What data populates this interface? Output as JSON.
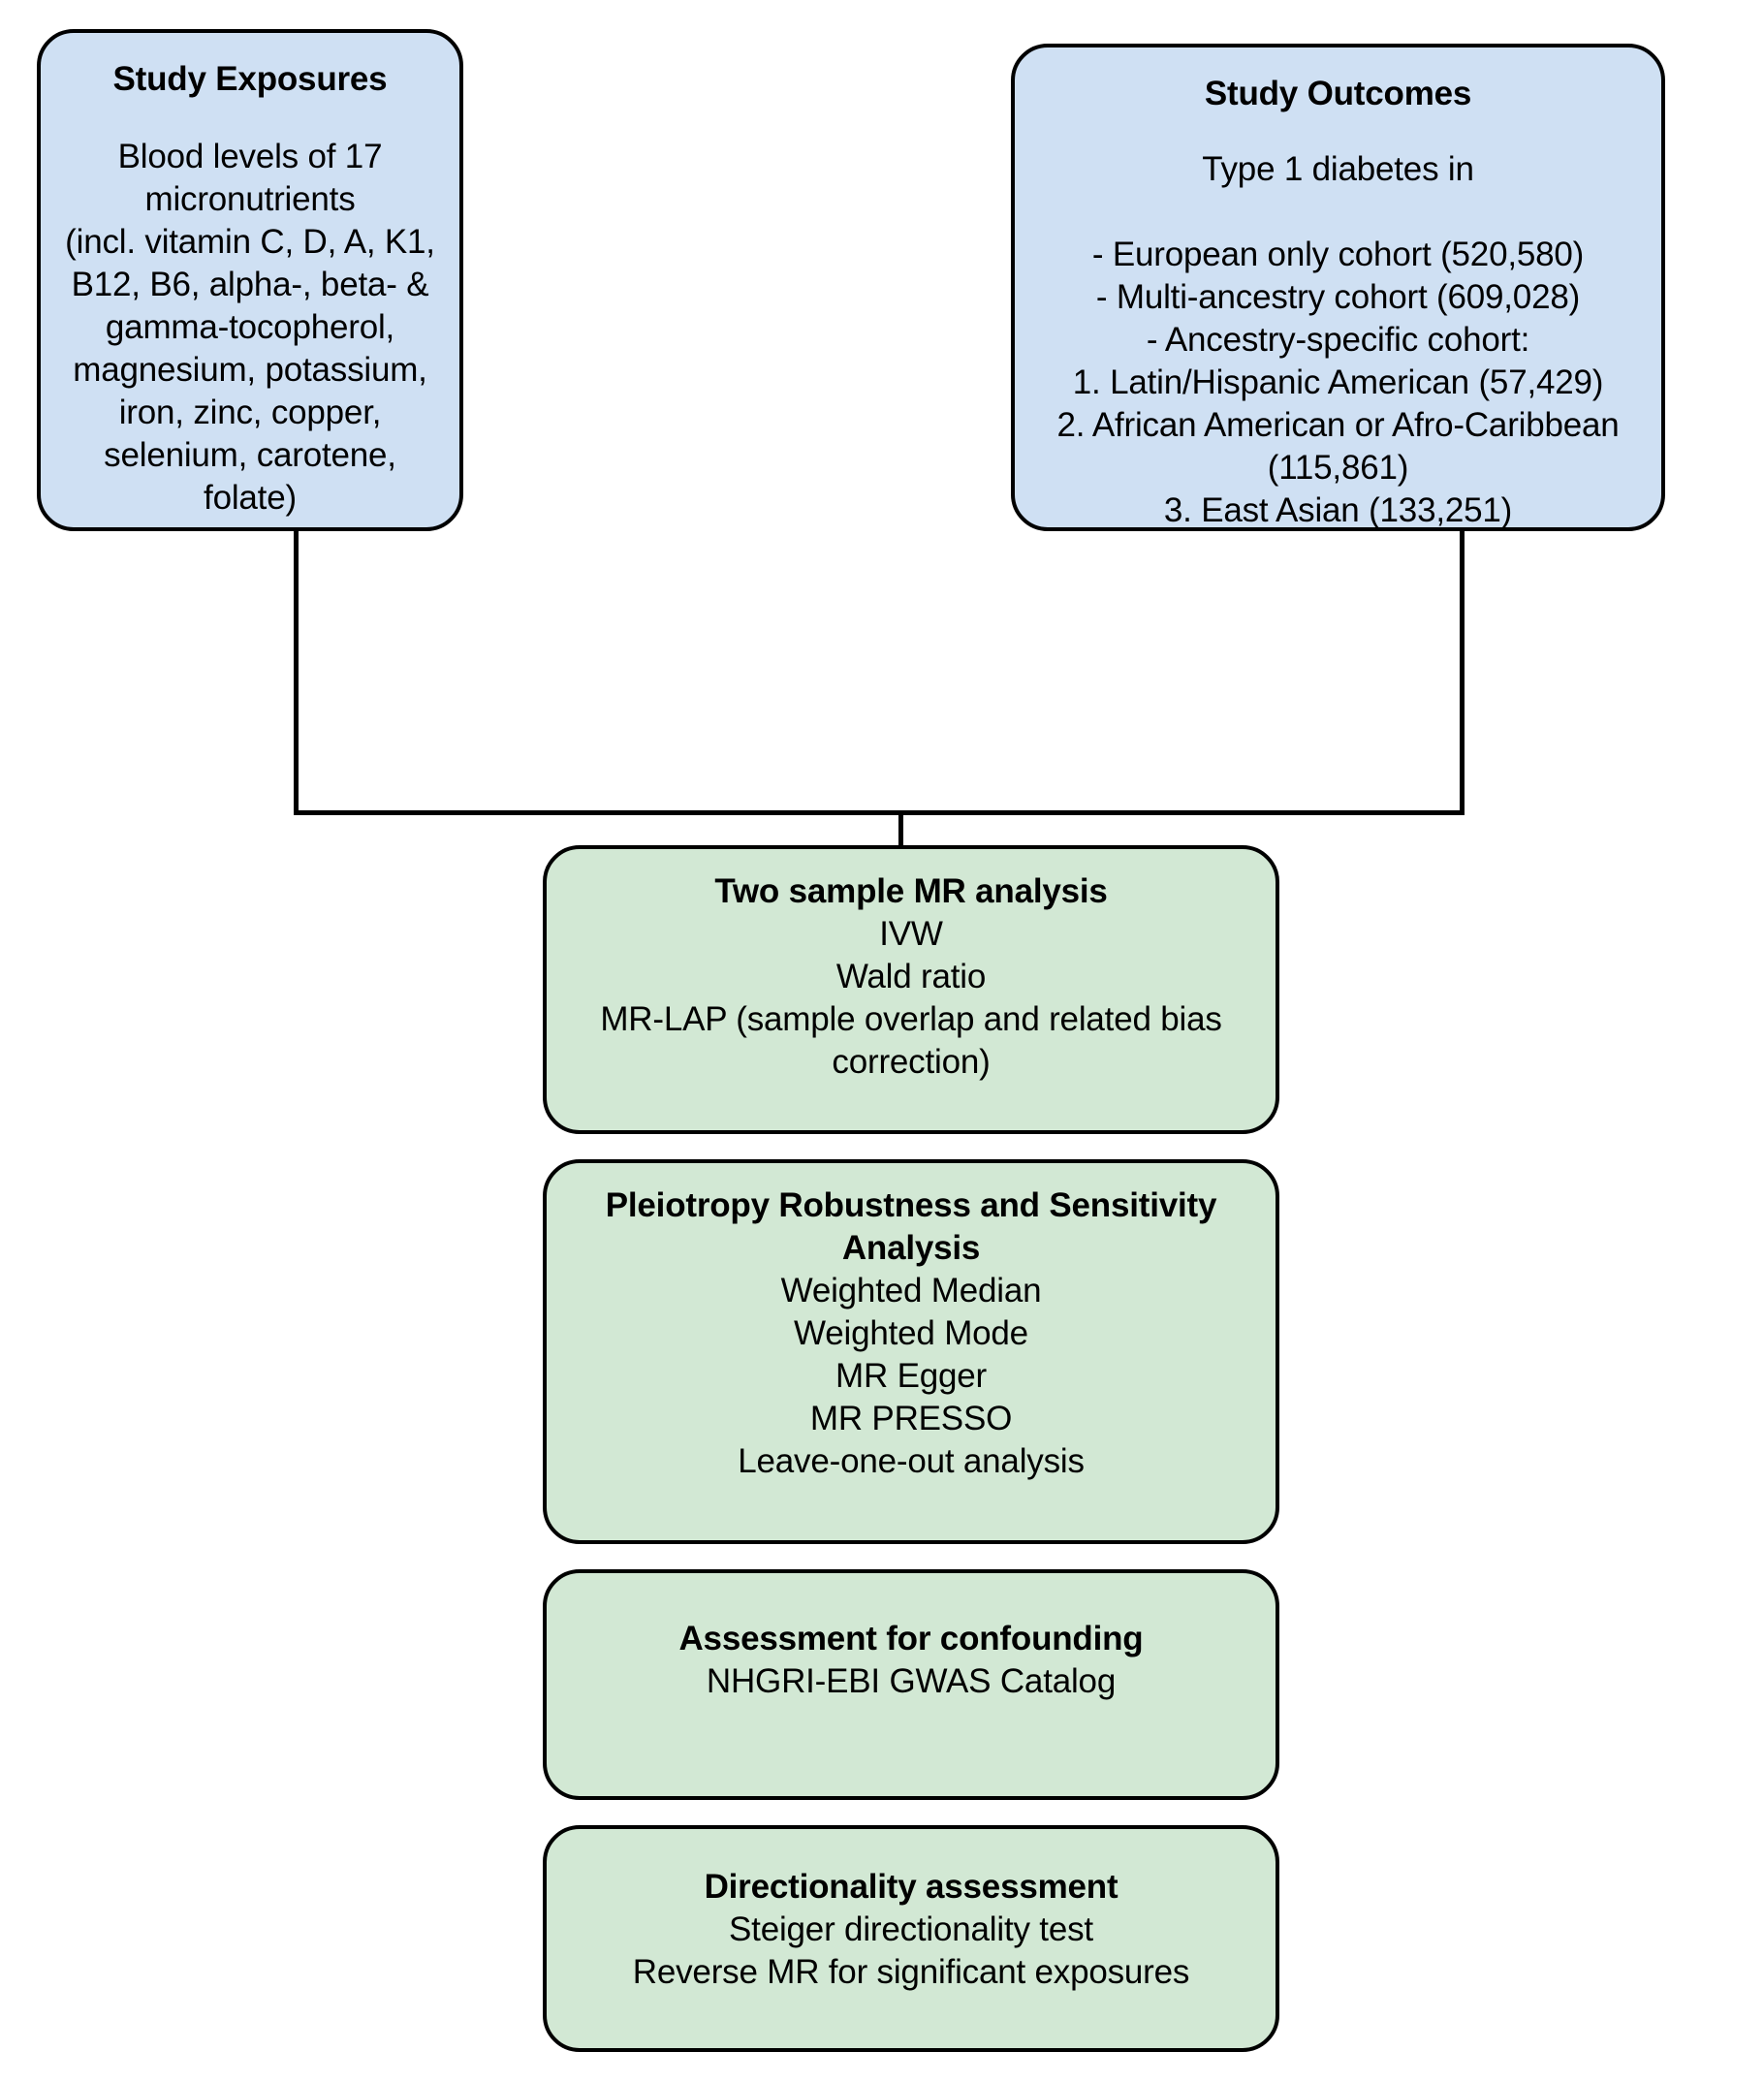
{
  "diagram": {
    "type": "flowchart",
    "colors": {
      "blue_fill": "#cfe0f3",
      "green_fill": "#d2e8d4",
      "stroke": "#000000",
      "text": "#000000"
    },
    "nodes": {
      "exposures": {
        "title": "Study Exposures",
        "body": "Blood levels of 17 micronutrients\n(incl. vitamin C, D, A, K1, B12, B6, alpha-, beta- & gamma-tocopherol, magnesium, potassium, iron, zinc, copper, selenium, carotene, folate)"
      },
      "outcomes": {
        "title": "Study Outcomes",
        "body": "Type 1 diabetes in\n\n- European only cohort (520,580)\n- Multi-ancestry cohort (609,028)\n- Ancestry-specific cohort:\n1. Latin/Hispanic American (57,429)\n2. African American or Afro-Caribbean (115,861)\n3. East Asian (133,251)"
      },
      "mr_analysis": {
        "title": "Two sample MR analysis",
        "body": "IVW\nWald ratio\nMR-LAP (sample overlap and related bias correction)"
      },
      "pleiotropy": {
        "title": "Pleiotropy Robustness and Sensitivity Analysis",
        "body": "Weighted Median\nWeighted Mode\nMR Egger\nMR PRESSO\nLeave-one-out analysis"
      },
      "confounding": {
        "title": "Assessment for confounding",
        "body": "NHGRI-EBI GWAS Catalog"
      },
      "directionality": {
        "title": "Directionality assessment",
        "body": "Steiger directionality test\nReverse MR for significant exposures"
      }
    },
    "cohorts": [
      {
        "label": "European only cohort",
        "n": "520,580"
      },
      {
        "label": "Multi-ancestry cohort",
        "n": "609,028"
      },
      {
        "label": "Latin/Hispanic American",
        "n": "57,429"
      },
      {
        "label": "African American or Afro-Caribbean",
        "n": "115,861"
      },
      {
        "label": "East Asian",
        "n": "133,251"
      }
    ],
    "micronutrient_count": 17,
    "micronutrients": [
      "vitamin C",
      "vitamin D",
      "vitamin A",
      "vitamin K1",
      "vitamin B12",
      "vitamin B6",
      "alpha-tocopherol",
      "beta-tocopherol",
      "gamma-tocopherol",
      "magnesium",
      "potassium",
      "iron",
      "zinc",
      "copper",
      "selenium",
      "carotene",
      "folate"
    ]
  }
}
